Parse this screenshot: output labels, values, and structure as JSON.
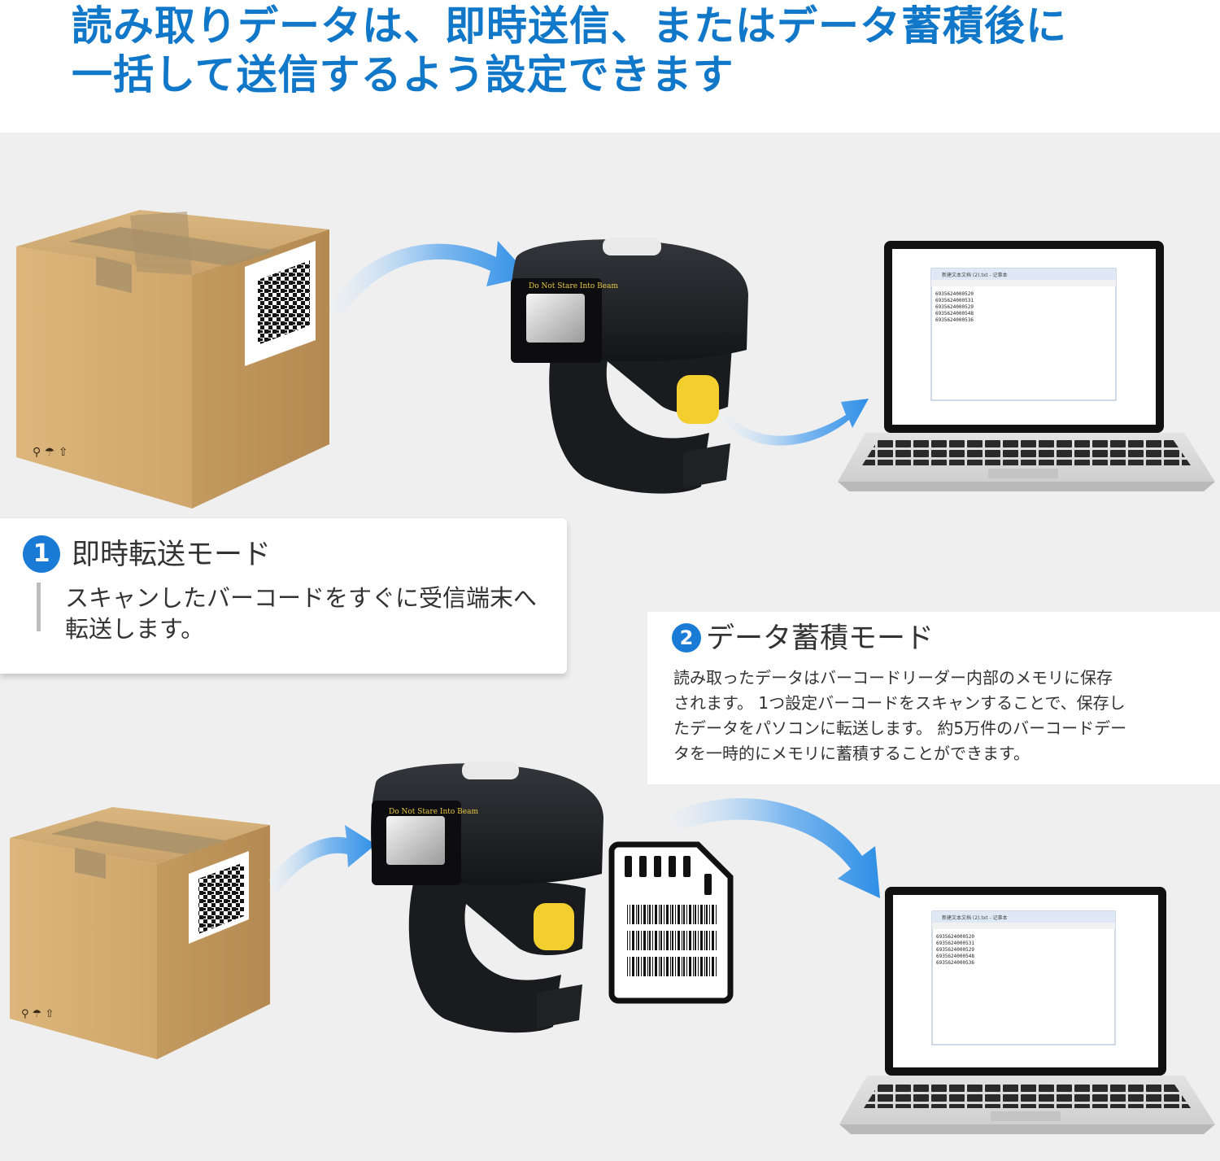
{
  "headline": {
    "line1": "読み取りデータは、即時送信、またはデータ蓄積後に",
    "line2": "一括して送信するよう設定できます"
  },
  "colors": {
    "headline": "#1177c8",
    "badge": "#1a7bd6",
    "band_background": "#efefef",
    "arrow": "#2f8fe6",
    "box": "#c9a064",
    "tape": "#a8906a",
    "scanner_body": "#1e1f23",
    "trigger": "#f2cf2e"
  },
  "modes": [
    {
      "number": "1",
      "title": "即時転送モード",
      "description_lines": [
        "スキャンしたバーコードをすぐに受信端末へ",
        "転送します。"
      ]
    },
    {
      "number": "2",
      "title": "データ蓄積モード",
      "description_lines": [
        "読み取ったデータはバーコードリーダー内部のメモリに保存",
        "されます。 1つ設定バーコードをスキャンすることで、保存し",
        "たデータをパソコンに転送します。 約5万件のバーコードデー",
        "タを一時的にメモリに蓄積することができます。"
      ]
    }
  ],
  "scanner": {
    "warning_text": "Do Not Stare Into Beam"
  },
  "laptop_screen": {
    "window_title": "新建文本文档 (2).txt - 记事本",
    "data_lines": [
      "6935624000520",
      "6935624000531",
      "6935624000529",
      "6935624000548",
      "6935624000536"
    ]
  },
  "illustrations": [
    {
      "name": "cardboard-box-with-qr-label",
      "icon": "box-icon"
    },
    {
      "name": "ring-barcode-scanner",
      "icon": "scanner-icon"
    },
    {
      "name": "laptop-computer",
      "icon": "laptop-icon"
    },
    {
      "name": "memory-card-with-barcodes",
      "icon": "sd-card-icon"
    }
  ]
}
